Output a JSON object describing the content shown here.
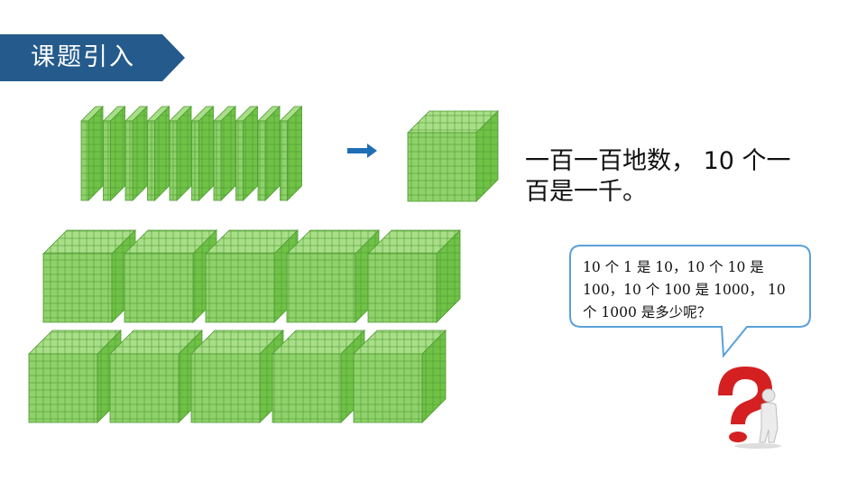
{
  "header": {
    "title": "课题引入"
  },
  "statement": {
    "text": "一百一百地数， 10 个一百是一千。"
  },
  "bubble": {
    "text": "10 个 1 是 10，10 个 10 是 100，10 个 100 是 1000， 10 个 1000 是多少呢？"
  },
  "colors": {
    "banner": "#255b8c",
    "cube_front": "#8fd16a",
    "cube_top": "#a9de88",
    "cube_side": "#6fc246",
    "grid_line": "#4e9a32",
    "arrow": "#1f6fb5",
    "bubble_border": "#5aa0d8",
    "question_mark": "#d42020"
  },
  "icons": {
    "arrow": "right-arrow-icon",
    "mascot": "question-mark-figure-icon"
  },
  "illustration": {
    "flat_slabs": 10,
    "upper_cubes": 1,
    "lower_cube_rows": [
      5,
      5
    ]
  }
}
